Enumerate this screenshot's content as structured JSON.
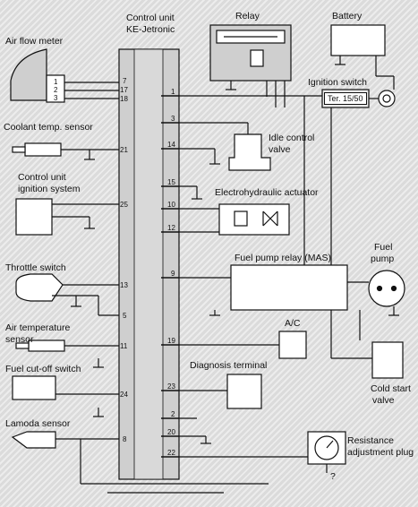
{
  "control_unit": {
    "title_line1": "Control unit",
    "title_line2": "KE-Jetronic"
  },
  "components": {
    "air_flow_meter": "Air flow meter",
    "coolant_sensor": "Coolant temp. sensor",
    "ignition_ctrl_line1": "Control unit",
    "ignition_ctrl_line2": "ignition system",
    "throttle_switch": "Throttle switch",
    "air_temp_line1": "Air temperature",
    "air_temp_line2": "sensor",
    "fuel_cutoff": "Fuel cut-off switch",
    "lambda_sensor": "Lamoda sensor",
    "relay": "Relay",
    "battery": "Battery",
    "ignition_switch": "Ignition switch",
    "ignition_terminal": "Ter. 15/50",
    "idle_valve_line1": "Idle control",
    "idle_valve_line2": "valve",
    "electrohydraulic": "Electrohydraulic actuator",
    "fuel_pump_relay": "Fuel pump relay (MAS)",
    "fuel_pump_line1": "Fuel",
    "fuel_pump_line2": "pump",
    "ac": "A/C",
    "diagnosis": "Diagnosis terminal",
    "cold_start_line1": "Cold start",
    "cold_start_line2": "valve",
    "resistance_line1": "Resistance",
    "resistance_line2": "adjustment plug",
    "question_mark": "?"
  },
  "pins_left": {
    "p7": "7",
    "p17": "17",
    "p18": "18",
    "p21": "21",
    "p25": "25",
    "p13": "13",
    "p5": "5",
    "p11": "11",
    "p24": "24",
    "p8": "8"
  },
  "pins_right": {
    "p1": "1",
    "p3": "3",
    "p14": "14",
    "p15": "15",
    "p10": "10",
    "p12": "12",
    "p9": "9",
    "p19": "19",
    "p23": "23",
    "p2": "2",
    "p20": "20",
    "p22": "22"
  },
  "connector_pins": {
    "c1": "1",
    "c2": "2",
    "c3": "3"
  }
}
